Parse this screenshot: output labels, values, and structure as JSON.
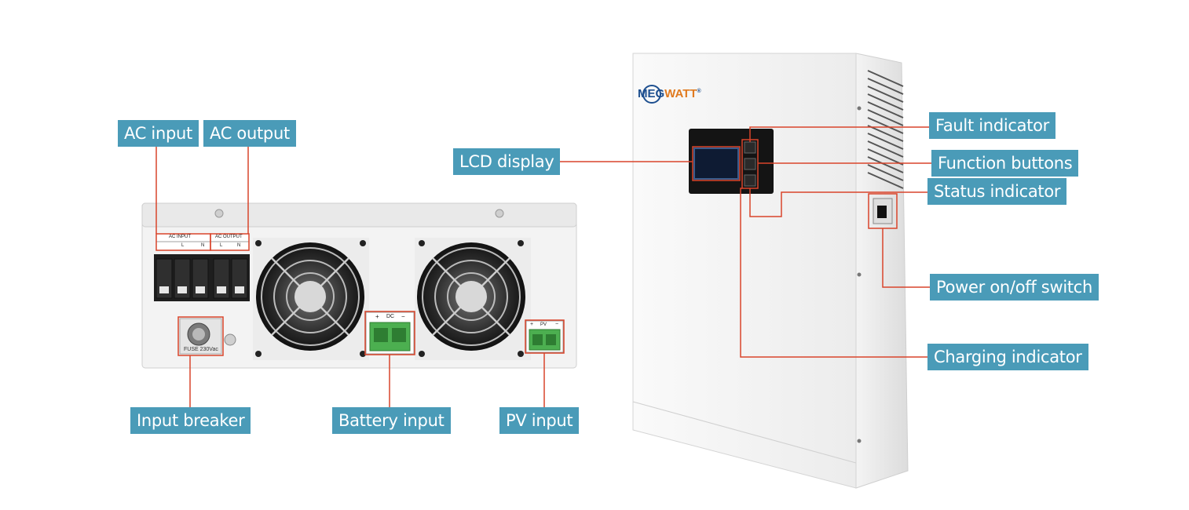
{
  "callouts": {
    "ac_input": "AC input",
    "ac_output": "AC output",
    "input_breaker": "Input breaker",
    "battery_input": "Battery input",
    "pv_input": "PV input",
    "lcd_display": "LCD display",
    "fault_indicator": "Fault indicator",
    "function_buttons": "Function buttons",
    "status_indicator": "Status indicator",
    "power_switch": "Power on/off switch",
    "charging_indicator": "Charging indicator"
  },
  "panel_labels": {
    "ac_input_block": "AC  INPUT",
    "ac_output_block": "AC OUTPUT",
    "l": "L",
    "n": "N",
    "dc_terminal": "DC",
    "pv_terminal": "PV",
    "plus": "+",
    "minus": "−",
    "fuse": "FUSE 230Vac"
  },
  "brand": {
    "left": "MEG",
    "right": "WATT",
    "trademark": "®"
  },
  "colors": {
    "callout_bg": "#4a9bb8",
    "leader_line": "#d9442b",
    "terminal_green": "#4caf50"
  }
}
